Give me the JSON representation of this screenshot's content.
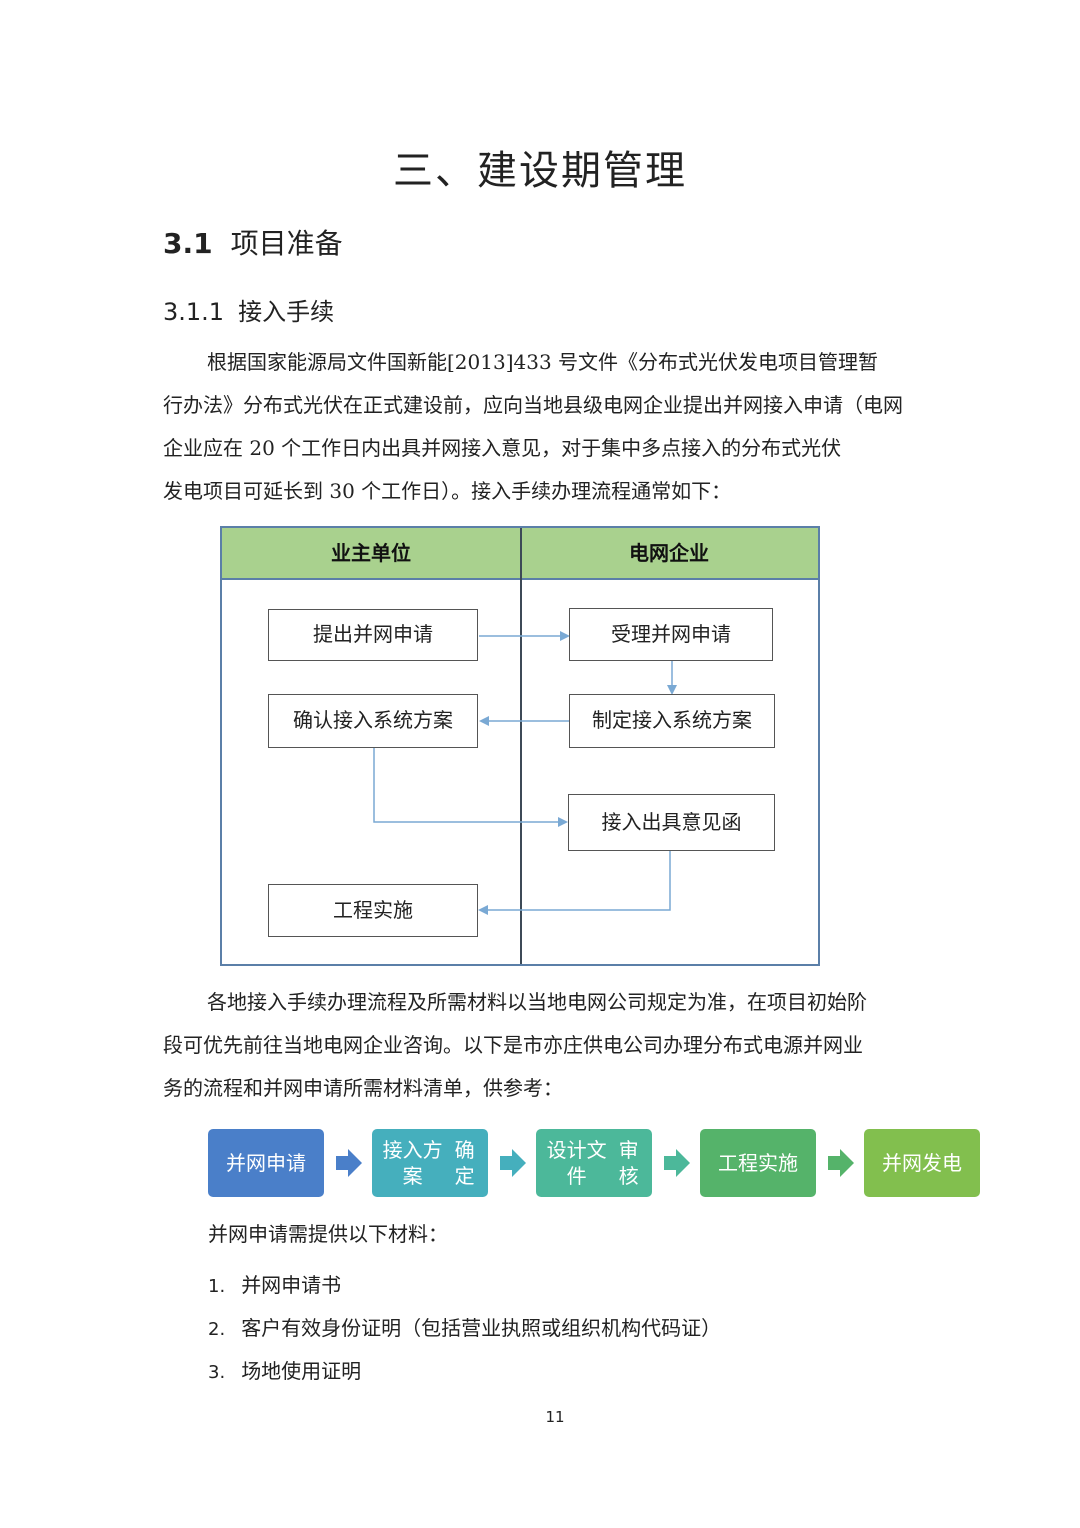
{
  "chapter_title": "三、建设期管理",
  "section": {
    "number": "3.1",
    "title": "项目准备"
  },
  "subsection": {
    "number": "3.1.1",
    "title": "接入手续"
  },
  "paragraph1": {
    "lines": [
      "根据国家能源局文件国新能[2013]433 号文件《分布式光伏发电项目管理暂",
      "行办法》分布式光伏在正式建设前，应向当地县级电网企业提出并网接入申请（电网",
      "企业应在 20 个工作日内出具并网接入意见，对于集中多点接入的分布式光伏",
      "发电项目可延长到 30 个工作日）。接入手续办理流程通常如下："
    ]
  },
  "flowchart": {
    "columns": [
      "业主单位",
      "电网企业"
    ],
    "boxes": {
      "submit": "提出并网申请",
      "accept": "受理并网申请",
      "confirm": "确认接入系统方案",
      "formulate": "制定接入系统方案",
      "opinion": "接入出具意见函",
      "implement": "工程实施"
    },
    "colors": {
      "header": "#a9d18e",
      "border": "#5b7fa8",
      "arrow": "#7aa9d4"
    }
  },
  "paragraph2": {
    "lines": [
      "各地接入手续办理流程及所需材料以当地电网公司规定为准，在项目初始阶",
      "段可优先前往当地电网企业咨询。以下是市亦庄供电公司办理分布式电源并网业",
      "务的流程和并网申请所需材料清单，供参考："
    ]
  },
  "process": {
    "steps": [
      {
        "line1": "并网申请",
        "line2": "",
        "color": "#4a7fc9"
      },
      {
        "line1": "接入方案",
        "line2": "确定",
        "color": "#45afbd"
      },
      {
        "line1": "设计文件",
        "line2": "审核",
        "color": "#4cb89a"
      },
      {
        "line1": "工程实施",
        "line2": "",
        "color": "#55b36a"
      },
      {
        "line1": "并网发电",
        "line2": "",
        "color": "#82bf4e"
      }
    ],
    "arrow_colors": [
      "#4a7fc9",
      "#45afbd",
      "#4cb89a",
      "#55b36a"
    ]
  },
  "materials": {
    "intro": "并网申请需提供以下材料：",
    "items": [
      {
        "n": "1.",
        "text": "并网申请书"
      },
      {
        "n": "2.",
        "text": "客户有效身份证明（包括营业执照或组织机构代码证）"
      },
      {
        "n": "3.",
        "text": "场地使用证明"
      }
    ]
  },
  "page_number": "11"
}
